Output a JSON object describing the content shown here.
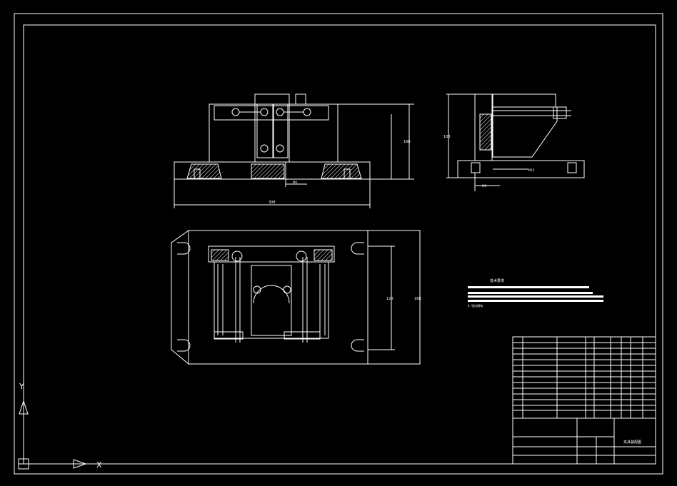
{
  "colors": {
    "background": "#000000",
    "line": "#ffffff",
    "accent": "#00ffff"
  },
  "drawing": {
    "front_view": {
      "dim_width": "308",
      "dim_height": "168",
      "hole_note": "M6"
    },
    "side_view": {
      "dim_height": "108",
      "note_top": "M12",
      "note_bottom": "M8"
    },
    "top_view": {
      "dim_inner": "128",
      "dim_outer": "168"
    },
    "tech_requirements": {
      "title": "技术要求",
      "item4": "4. 锐边倒钝"
    }
  },
  "title_block": {
    "drawing_name": "夹具装配图"
  },
  "ucs": {
    "x_label": "X",
    "y_label": "Y"
  }
}
